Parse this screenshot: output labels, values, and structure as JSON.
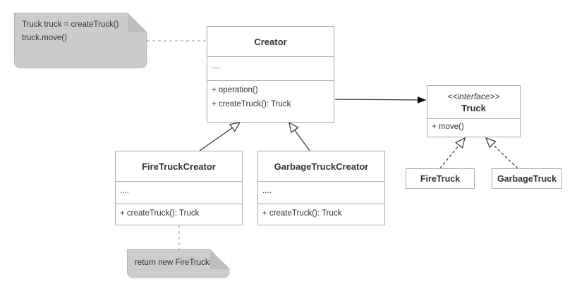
{
  "creator": {
    "name": "Creator",
    "fields": "....",
    "methods": [
      "+ operation()",
      "+ createTruck(): Truck"
    ]
  },
  "fire_truck_creator": {
    "name": "FireTruckCreator",
    "fields": "....",
    "methods": [
      "+ createTruck(): Truck"
    ]
  },
  "garbage_truck_creator": {
    "name": "GarbageTruckCreator",
    "fields": "....",
    "methods": [
      "+ createTruck(): Truck"
    ]
  },
  "truck": {
    "stereotype": "<<interface>>",
    "name": "Truck",
    "methods": [
      "+ move()"
    ]
  },
  "fire_truck": {
    "name": "FireTruck"
  },
  "garbage_truck": {
    "name": "GarbageTruck"
  },
  "notes": {
    "creator_note": [
      "Truck truck = createTruck()",
      "truck.move()"
    ],
    "fire_creator_note": [
      "return new FireTruck()"
    ]
  },
  "colors": {
    "box_border": "#a9a9a9",
    "note_fill": "#cccccc",
    "line": "#333333"
  }
}
